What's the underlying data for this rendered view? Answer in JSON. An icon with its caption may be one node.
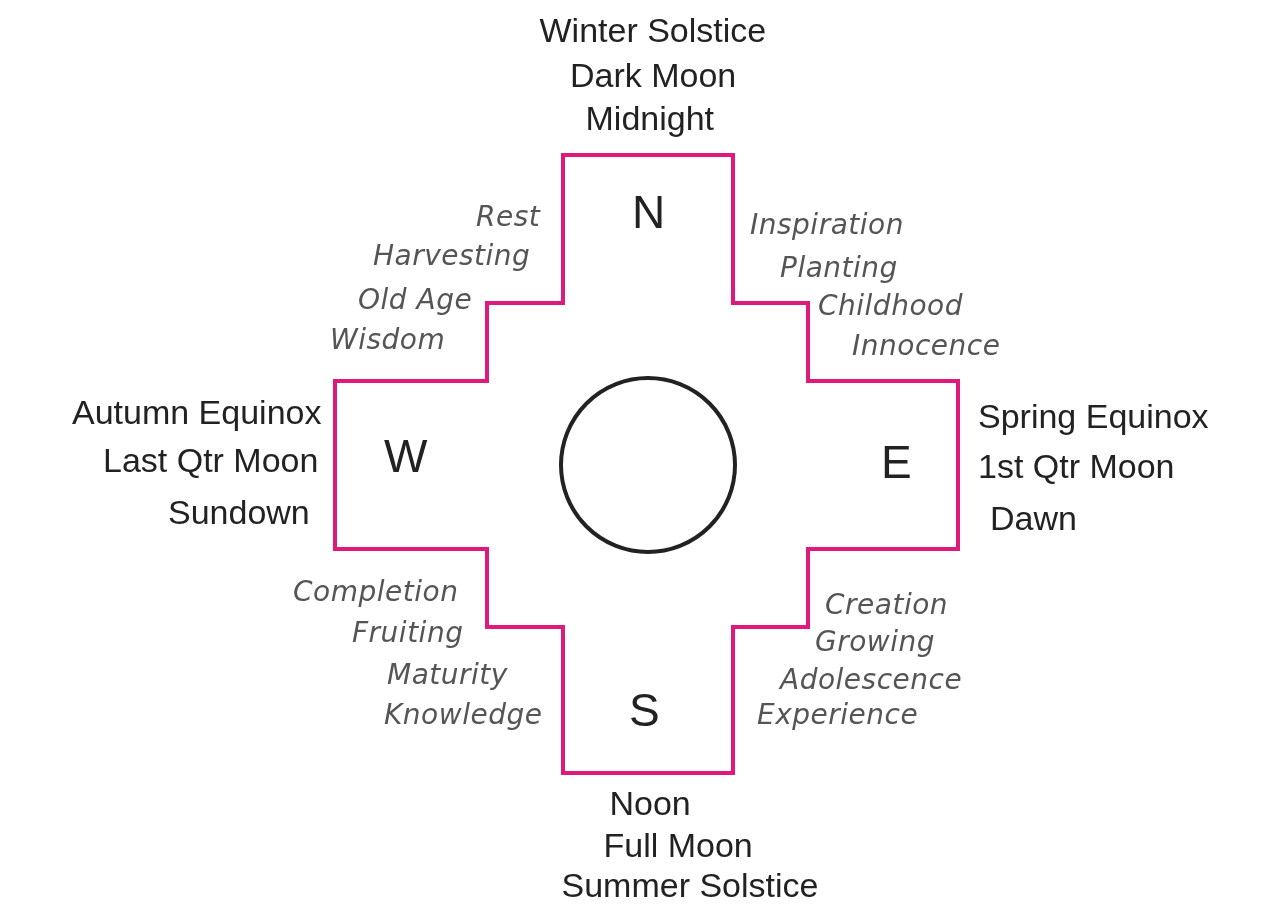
{
  "diagram": {
    "nodes": [
      {
        "text": [
          "N",
          "W",
          "E",
          "S"
        ]
      },
      {
        "text": [],
        "shape": "circle",
        "in": 0
      }
    ],
    "labels": [
      "Winter Solstice",
      "Dark Moon",
      "Midnight",
      "Rest",
      "Harvesting",
      "Old Age",
      "Wisdom",
      "Inspiration",
      "Planting",
      "Childhood",
      "Innocence",
      "Autumn Equinox",
      "Last Qtr Moon",
      "Sundown",
      "Spring Equinox",
      "1st Qtr Moon",
      "Dawn",
      "Completion",
      "Fruiting",
      "Maturity",
      "Knowledge",
      "Creation",
      "Growing",
      "Adolescence",
      "Experience",
      "Noon",
      "Full Moon",
      "Summer Solstice"
    ]
  }
}
